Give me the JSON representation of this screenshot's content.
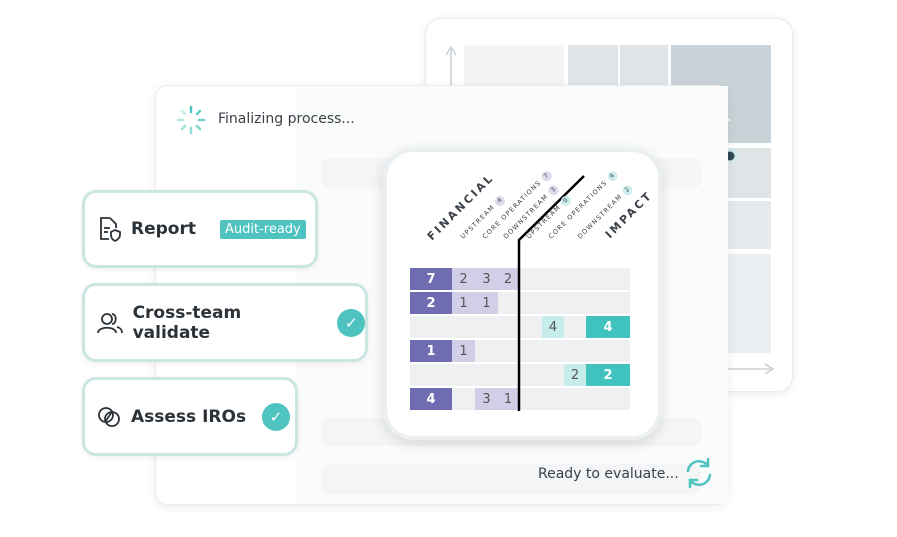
{
  "status": {
    "top": "Finalizing process...",
    "bottom": "Ready to evaluate..."
  },
  "steps": [
    {
      "label": "Report",
      "tag": "Audit-ready",
      "icon": "report-shield-icon"
    },
    {
      "label": "Cross-team validate",
      "icon": "users-icon",
      "done": true
    },
    {
      "label": "Assess IROs",
      "icon": "overlap-circles-icon",
      "done": true
    }
  ],
  "matrix": {
    "financial_label": "FINANCIAL",
    "impact_label": "IMPACT",
    "financial_cols": [
      {
        "label": "UPSTREAM",
        "count": "4"
      },
      {
        "label": "CORE OPERATIONS",
        "count": "7"
      },
      {
        "label": "DOWNSTREAM",
        "count": "3"
      }
    ],
    "impact_cols": [
      {
        "label": "UPSTREAM",
        "count": "0"
      },
      {
        "label": "CORE OPERATIONS",
        "count": "4"
      },
      {
        "label": "DOWNSTREAM",
        "count": "2"
      }
    ],
    "rows": [
      {
        "fin_total": "7",
        "fin": [
          "2",
          "3",
          "2"
        ],
        "imp": [
          "",
          "",
          ""
        ],
        "imp_total": ""
      },
      {
        "fin_total": "2",
        "fin": [
          "1",
          "1",
          ""
        ],
        "imp": [
          "",
          "",
          ""
        ],
        "imp_total": ""
      },
      {
        "fin_total": "",
        "fin": [
          "",
          "",
          ""
        ],
        "imp": [
          "",
          "4",
          ""
        ],
        "imp_total": "4"
      },
      {
        "fin_total": "1",
        "fin": [
          "1",
          "",
          ""
        ],
        "imp": [
          "",
          "",
          ""
        ],
        "imp_total": ""
      },
      {
        "fin_total": "",
        "fin": [
          "",
          "",
          ""
        ],
        "imp": [
          "",
          "",
          "2"
        ],
        "imp_total": "2"
      },
      {
        "fin_total": "4",
        "fin": [
          "",
          "3",
          "1"
        ],
        "imp": [
          "",
          "",
          ""
        ],
        "imp_total": ""
      }
    ]
  },
  "colors": {
    "fin_dark": "#6f6cb1",
    "fin_light": "#d0cfe7",
    "imp_dark": "#40c2bf",
    "imp_light": "#c6edeb",
    "teal": "#4ec3c0"
  }
}
